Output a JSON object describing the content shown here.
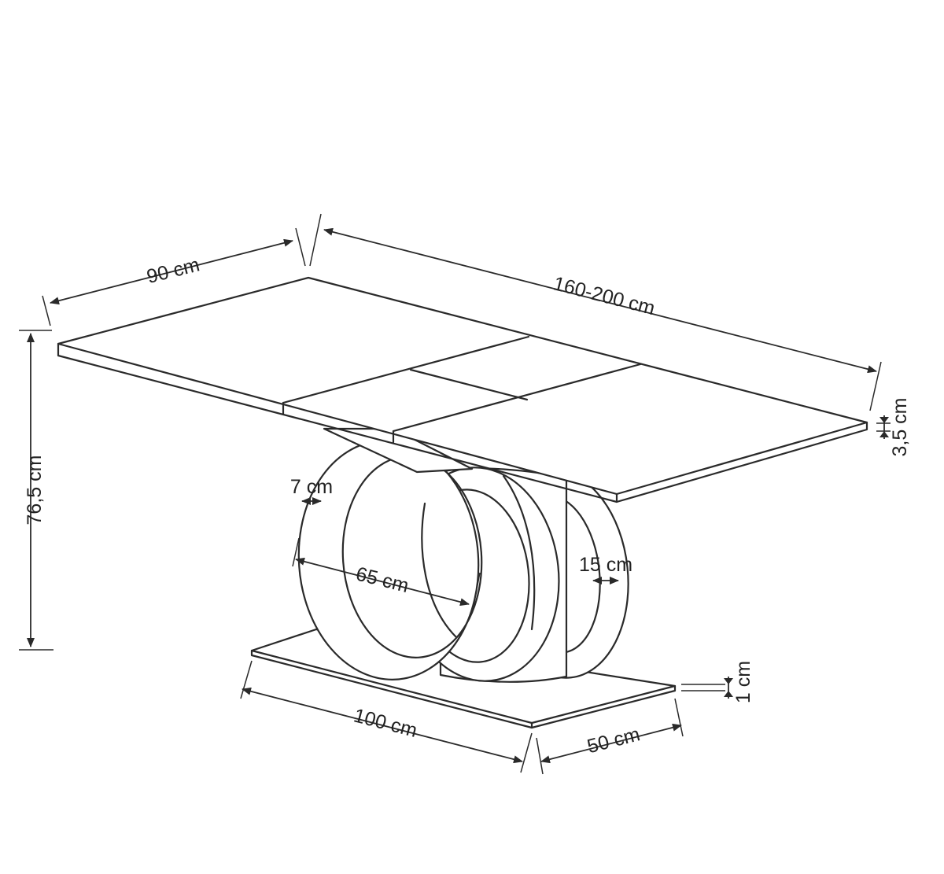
{
  "dimensions": {
    "width": "90 cm",
    "length": "160-200 cm",
    "height": "76,5 cm",
    "top_thickness": "3,5 cm",
    "ring_band_width": "7 cm",
    "ring_diameter": "65 cm",
    "ring_depth": "15 cm",
    "base_length": "100 cm",
    "base_width": "50 cm",
    "base_thickness": "1 cm"
  },
  "colors": {
    "line": "#2a2a2a",
    "text": "#222222",
    "background": "#ffffff"
  }
}
